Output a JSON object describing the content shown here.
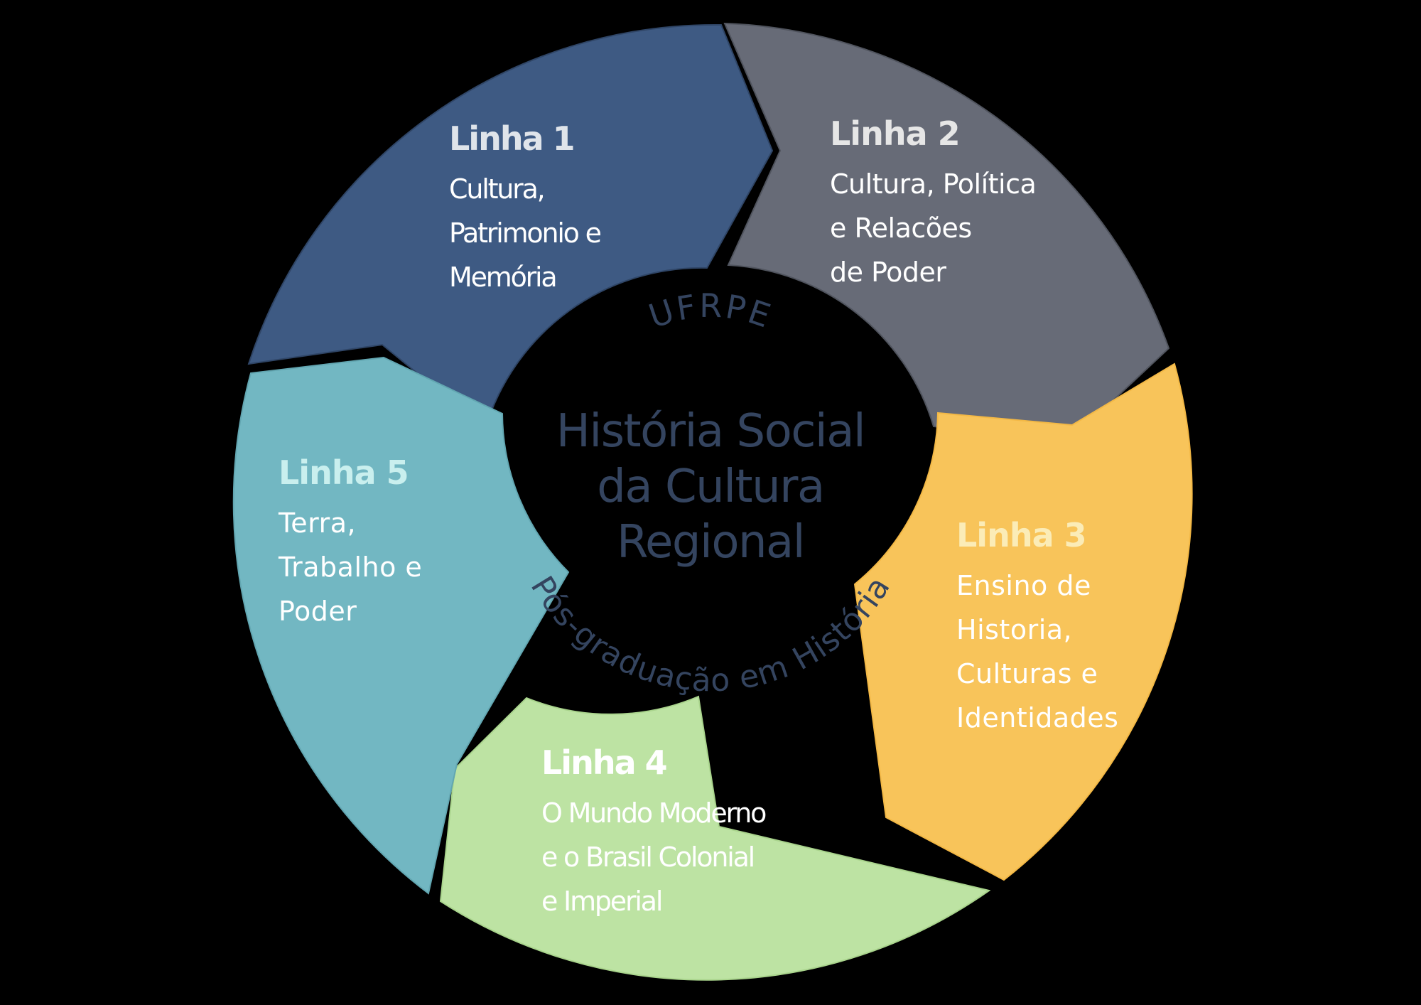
{
  "colors": {
    "background": "#000000",
    "center_text": "#34445f",
    "seg1_fill": "#3e5a83",
    "seg2_fill": "#676b77",
    "seg3_fill": "#f8c45a",
    "seg4_fill": "#bde3a3",
    "seg5_fill": "#72b7c2",
    "seg1_title": "#dfe4ea",
    "seg2_title": "#e6e6e6",
    "seg3_title": "#fbecb7",
    "seg4_title": "#ffffff",
    "seg5_title": "#c9efee",
    "desc_text": "#ffffff"
  },
  "center": {
    "arc_top_label": "UFRPE",
    "title_lines": [
      "História Social",
      "da Cultura",
      "Regional"
    ],
    "arc_bottom_label": "Pós-graduação em História"
  },
  "segments": [
    {
      "id": 1,
      "title": "Linha 1",
      "description_lines": [
        "Cultura,",
        "Patrimonio e",
        "Memória"
      ]
    },
    {
      "id": 2,
      "title": "Linha 2",
      "description_lines": [
        "Cultura, Política",
        "e Relacões",
        "de Poder"
      ]
    },
    {
      "id": 3,
      "title": "Linha 3",
      "description_lines": [
        "Ensino de",
        "Historia,",
        "Culturas e",
        "Identidades"
      ]
    },
    {
      "id": 4,
      "title": "Linha 4",
      "description_lines": [
        "O Mundo Moderno",
        "e o Brasil Colonial",
        "e Imperial"
      ]
    },
    {
      "id": 5,
      "title": "Linha 5",
      "description_lines": [
        "Terra,",
        "Trabalho e",
        "Poder"
      ]
    }
  ]
}
